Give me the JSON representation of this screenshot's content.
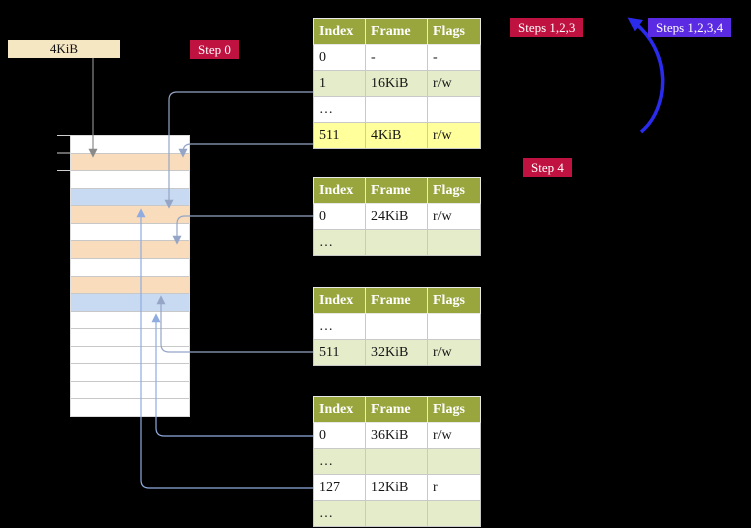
{
  "frame_size_label": "4KiB",
  "badges": {
    "step0": "Step 0",
    "steps123": "Steps 1,2,3",
    "steps1234": "Steps 1,2,3,4",
    "step4": "Step 4"
  },
  "tables": [
    {
      "id": "table-1",
      "headers": [
        "Index",
        "Frame",
        "Flags"
      ],
      "rows": [
        {
          "index": "0",
          "frame": "-",
          "flags": "-",
          "style": "row-white"
        },
        {
          "index": "1",
          "frame": "16KiB",
          "flags": "r/w",
          "style": "row-green"
        },
        {
          "index": "…",
          "frame": "",
          "flags": "",
          "style": "row-white"
        },
        {
          "index": "511",
          "frame": "4KiB",
          "flags": "r/w",
          "style": "row-highlight"
        }
      ]
    },
    {
      "id": "table-2",
      "headers": [
        "Index",
        "Frame",
        "Flags"
      ],
      "rows": [
        {
          "index": "0",
          "frame": "24KiB",
          "flags": "r/w",
          "style": "row-white"
        },
        {
          "index": "…",
          "frame": "",
          "flags": "",
          "style": "row-green"
        }
      ]
    },
    {
      "id": "table-3",
      "headers": [
        "Index",
        "Frame",
        "Flags"
      ],
      "rows": [
        {
          "index": "…",
          "frame": "",
          "flags": "",
          "style": "row-white"
        },
        {
          "index": "511",
          "frame": "32KiB",
          "flags": "r/w",
          "style": "row-green"
        }
      ]
    },
    {
      "id": "table-4",
      "headers": [
        "Index",
        "Frame",
        "Flags"
      ],
      "rows": [
        {
          "index": "0",
          "frame": "36KiB",
          "flags": "r/w",
          "style": "row-white"
        },
        {
          "index": "…",
          "frame": "",
          "flags": "",
          "style": "row-green"
        },
        {
          "index": "127",
          "frame": "12KiB",
          "flags": "r",
          "style": "row-white"
        },
        {
          "index": "…",
          "frame": "",
          "flags": "",
          "style": "row-green"
        }
      ]
    }
  ],
  "memory": {
    "frames": [
      "free",
      "page-table",
      "free",
      "mapped",
      "page-table",
      "free",
      "page-table",
      "free",
      "page-table",
      "mapped",
      "free",
      "free",
      "free",
      "free",
      "free",
      "free"
    ]
  },
  "colors": {
    "background": "#000000",
    "badge_crimson": "#c01240",
    "badge_violet": "#5a2be2",
    "table_header": "#99a63d",
    "row_green": "#e5ecca",
    "row_highlight": "#ffff9c",
    "frame_page_table": "#f8dcbb",
    "frame_mapped": "#c7daf1",
    "frame_size_box": "#f6e7c3",
    "arrow_bold_blue": "#2b2bee",
    "arrow_gray": "#8a8a8a",
    "arrow_steel": "#95a5c6",
    "arrow_light_blue": "#8fabdf"
  }
}
